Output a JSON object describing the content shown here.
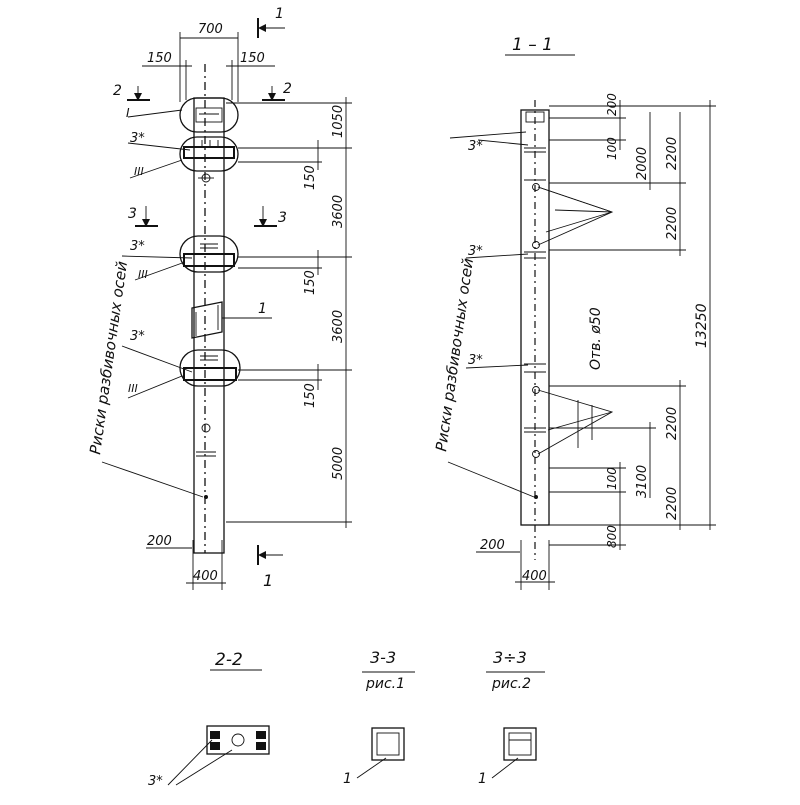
{
  "front_view": {
    "dims": {
      "width_700": "700",
      "left_150": "150",
      "right_150": "150",
      "bottom_200": "200",
      "bottom_400": "400",
      "d_1050": "1050",
      "d_3600a": "3600",
      "d_3600b": "3600",
      "d_5000": "5000",
      "d_150a": "150",
      "d_150b": "150",
      "d_150c": "150"
    },
    "section_marks": {
      "s1_top": "1",
      "s1_bottom": "1",
      "s2_left": "2",
      "s2_right": "2",
      "s3_left": "3",
      "s3_right": "3"
    },
    "callouts": {
      "c_I": "I",
      "c_3a": "3*",
      "c_III_a": "III",
      "c_3b": "3*",
      "c_III_b": "III",
      "c_3c": "3*",
      "c_III_c": "III",
      "c_1": "1"
    },
    "axes_label": "Риски разбивочных осей"
  },
  "section_1_1": {
    "title": "1 – 1",
    "dims": {
      "d_200top": "200",
      "d_100a": "100",
      "d_2000": "2000",
      "d_2200a": "2200",
      "d_2200b": "2200",
      "d_13250": "13250",
      "d_2200c": "2200",
      "d_100b": "100",
      "d_3100": "3100",
      "d_2200d": "2200",
      "d_800": "800",
      "bottom_200": "200",
      "bottom_400": "400"
    },
    "hole_label": "Отв. ø50",
    "callouts": {
      "c_3a": "3*",
      "c_3b": "3*",
      "c_3c": "3*"
    },
    "axes_label": "Риски разбивочных осей"
  },
  "details": [
    {
      "title": "2-2",
      "subtitle": "",
      "callout": "3*"
    },
    {
      "title": "3-3",
      "subtitle": "рис.1",
      "callout": "1"
    },
    {
      "title": "3÷3",
      "subtitle": "рис.2",
      "callout": "1"
    }
  ]
}
